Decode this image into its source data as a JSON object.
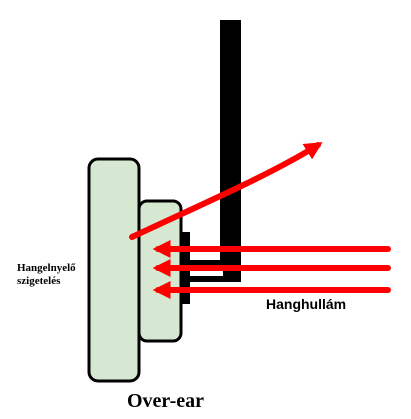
{
  "labels": {
    "insulation_line1": "Hangelnyelő",
    "insulation_line2": "szigetelés",
    "sound_wave": "Hanghullám",
    "title": "Over-ear"
  },
  "colors": {
    "cushion_fill": "#d6e8d2",
    "outline": "#000000",
    "arrow": "#ff0000",
    "background": "#ffffff"
  }
}
